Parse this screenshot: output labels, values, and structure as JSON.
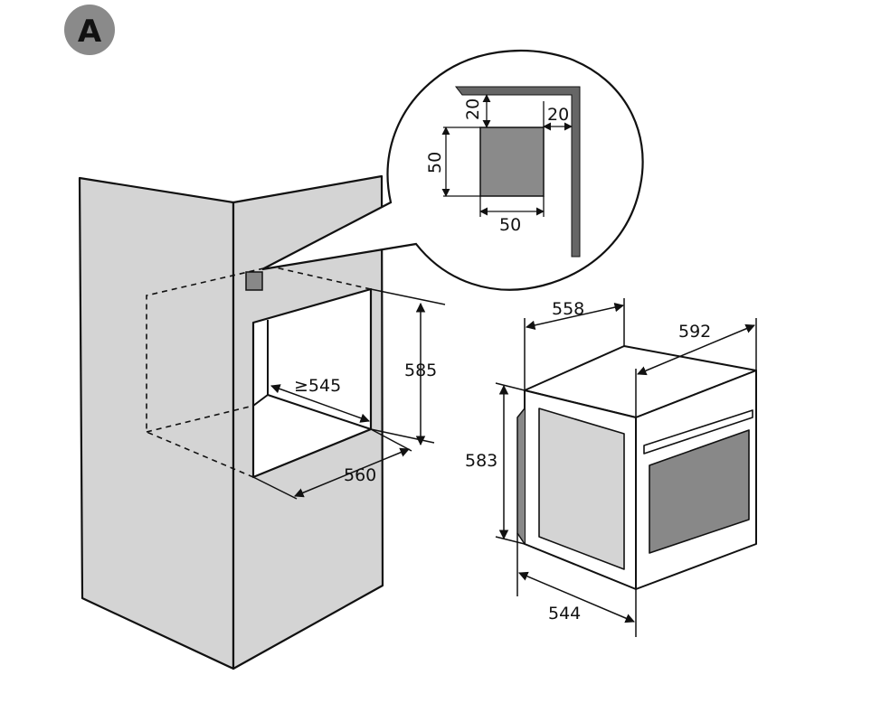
{
  "figure": {
    "label": "A"
  },
  "cabinet": {
    "niche_height": "585",
    "niche_depth": "≥545",
    "niche_width": "560"
  },
  "detail_callout": {
    "vent_offset_top": "20",
    "vent_offset_side": "20",
    "vent_height": "50",
    "vent_width": "50"
  },
  "oven": {
    "depth_top": "558",
    "width": "592",
    "height": "583",
    "depth_body": "544"
  },
  "colors": {
    "panel_fill": "#d4d4d4",
    "dark_fill": "#888888",
    "line": "#111111",
    "badge": "#8a8a8a"
  }
}
